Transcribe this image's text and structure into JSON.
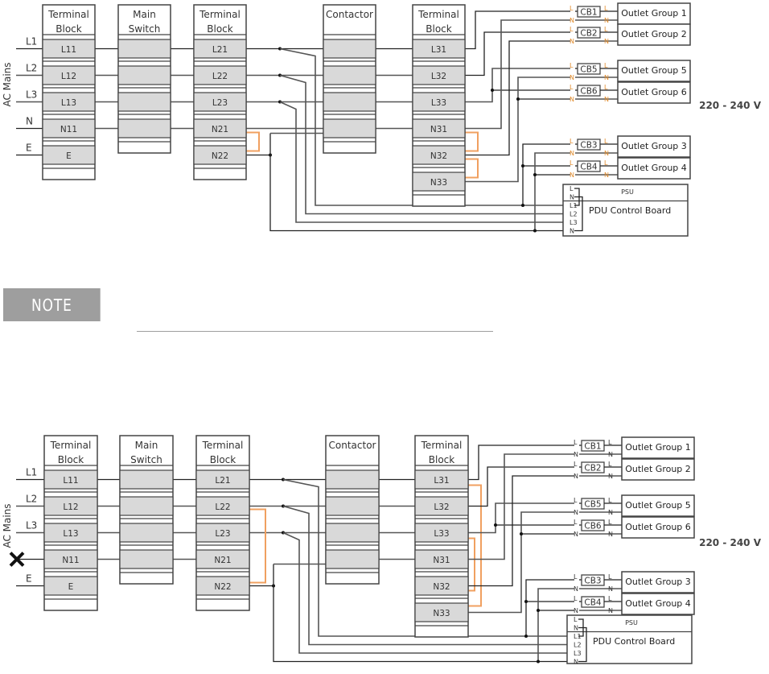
{
  "note": {
    "label": "NOTE"
  },
  "diagrams": [
    {
      "id": "before",
      "side_label": "AC Mains",
      "inputs": [
        "L1",
        "L2",
        "L3",
        "N",
        "E"
      ],
      "neutral_disconnected": false,
      "columns": [
        {
          "title_line1": "Terminal",
          "title_line2": "Block",
          "cells": [
            "L11",
            "L12",
            "L13",
            "N11",
            "E"
          ]
        },
        {
          "title_line1": "Main",
          "title_line2": "Switch",
          "cells": [
            "",
            "",
            "",
            ""
          ]
        },
        {
          "title_line1": "Terminal",
          "title_line2": "Block",
          "cells": [
            "L21",
            "L22",
            "L23",
            "N21",
            "N22"
          ]
        },
        {
          "title_line1": "Contactor",
          "title_line2": "",
          "cells": [
            "",
            "",
            "",
            ""
          ]
        },
        {
          "title_line1": "Terminal",
          "title_line2": "Block",
          "cells": [
            "L31",
            "L32",
            "L33",
            "N31",
            "N32",
            "N33"
          ]
        }
      ],
      "breakers": [
        "CB1",
        "CB2",
        "CB5",
        "CB6",
        "CB3",
        "CB4"
      ],
      "outlets": [
        "Outlet Group 1",
        "Outlet Group 2",
        "Outlet Group 5",
        "Outlet Group 6",
        "Outlet Group 3",
        "Outlet Group 4"
      ],
      "ln_labels": {
        "l": "L",
        "n": "N"
      },
      "psu_label": "PSU",
      "control_board_label": "PDU Control Board",
      "control_pins": [
        "L",
        "N",
        "L1",
        "L2",
        "L3",
        "N"
      ],
      "voltage": "220 - 240 V",
      "colors": {
        "jumper": "#f0a060",
        "ln_label": "#e08a2a"
      }
    },
    {
      "id": "after",
      "side_label": "AC Mains",
      "inputs": [
        "L1",
        "L2",
        "L3",
        "",
        "E"
      ],
      "neutral_disconnected": true,
      "disconnected_icon": "x-mark-icon",
      "columns": [
        {
          "title_line1": "Terminal",
          "title_line2": "Block",
          "cells": [
            "L11",
            "L12",
            "L13",
            "N11",
            "E"
          ]
        },
        {
          "title_line1": "Main",
          "title_line2": "Switch",
          "cells": [
            "",
            "",
            "",
            ""
          ]
        },
        {
          "title_line1": "Terminal",
          "title_line2": "Block",
          "cells": [
            "L21",
            "L22",
            "L23",
            "N21",
            "N22"
          ]
        },
        {
          "title_line1": "Contactor",
          "title_line2": "",
          "cells": [
            "",
            "",
            "",
            ""
          ]
        },
        {
          "title_line1": "Terminal",
          "title_line2": "Block",
          "cells": [
            "L31",
            "L32",
            "L33",
            "N31",
            "N32",
            "N33"
          ]
        }
      ],
      "breakers": [
        "CB1",
        "CB2",
        "CB5",
        "CB6",
        "CB3",
        "CB4"
      ],
      "outlets": [
        "Outlet Group 1",
        "Outlet Group 2",
        "Outlet Group 5",
        "Outlet Group 6",
        "Outlet Group 3",
        "Outlet Group 4"
      ],
      "ln_labels": {
        "l": "L",
        "n": "N"
      },
      "psu_label": "PSU",
      "control_board_label": "PDU Control Board",
      "control_pins": [
        "L",
        "N",
        "L1",
        "L2",
        "L3",
        "N"
      ],
      "voltage": "220 - 240 V",
      "colors": {
        "jumper": "#f0a060",
        "ln_label": "#333333"
      }
    }
  ]
}
